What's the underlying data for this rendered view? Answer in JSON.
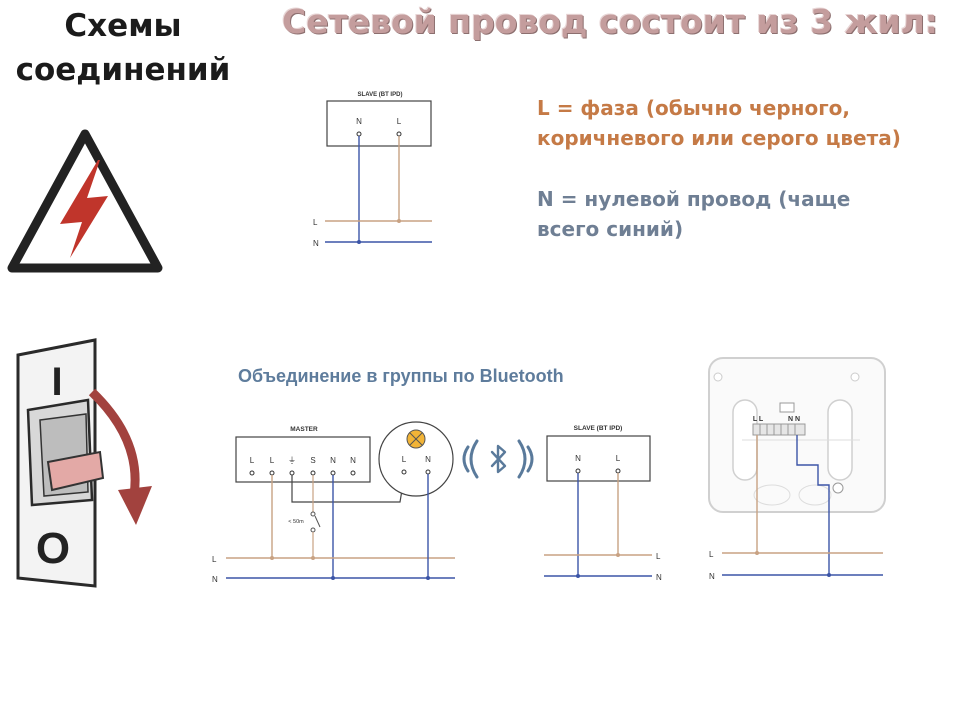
{
  "heading_left": {
    "line1": "Схемы",
    "line2": "соединений"
  },
  "heading_main": "Сетевой провод состоит из 3 жил:",
  "legend": {
    "l_line1": "L = фаза (обычно черного,",
    "l_line2": "коричневого или серого цвета)",
    "n_line1": "N  = нулевой провод (чаще",
    "n_line2": "всего синий)"
  },
  "bt_title": "Объединение в группы по Bluetooth",
  "switch": {
    "on": "I",
    "off": "O"
  },
  "slave_top": {
    "title": "SLAVE (BT IPD)",
    "term_n": "N",
    "term_l": "L",
    "wire_l": "L",
    "wire_n": "N"
  },
  "master": {
    "title": "MASTER",
    "terminals": [
      "L",
      "L",
      "⏚",
      "S",
      "N",
      "N"
    ],
    "distance": "< 50m",
    "wire_l": "L",
    "wire_n": "N"
  },
  "lamp": {
    "term_l": "L",
    "term_n": "N"
  },
  "slave_bottom": {
    "title": "SLAVE (BT IPD)",
    "term_n": "N",
    "term_l": "L",
    "wire_l": "L",
    "wire_n": "N"
  },
  "device": {
    "terminals_left": "L L",
    "terminals_right": "N N",
    "wire_l": "L",
    "wire_n": "N"
  },
  "colors": {
    "phase": "#c8a283",
    "neutral": "#3c55a7",
    "warning_red": "#c0352b",
    "arrow": "#a2423e"
  }
}
